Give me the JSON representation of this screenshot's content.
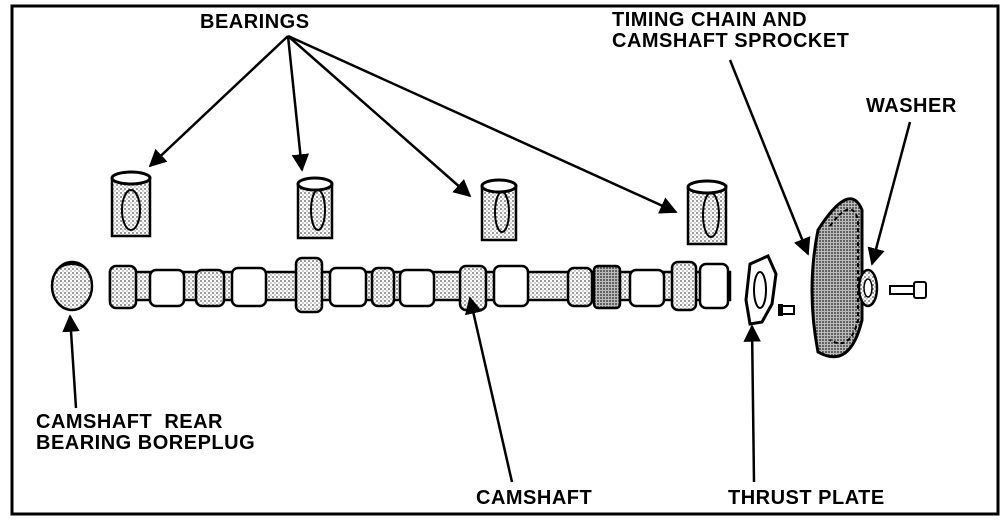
{
  "labels": {
    "bearings": "BEARINGS",
    "timing_chain_line1": "TIMING CHAIN AND",
    "timing_chain_line2": "CAMSHAFT SPROCKET",
    "washer": "WASHER",
    "bore_plug_line1": "CAMSHAFT  REAR",
    "bore_plug_line2": "BEARING BOREPLUG",
    "camshaft": "CAMSHAFT",
    "thrust_plate": "THRUST PLATE"
  },
  "colors": {
    "ink": "#000000",
    "paper": "#ffffff",
    "shade": "#b8b8b8"
  }
}
